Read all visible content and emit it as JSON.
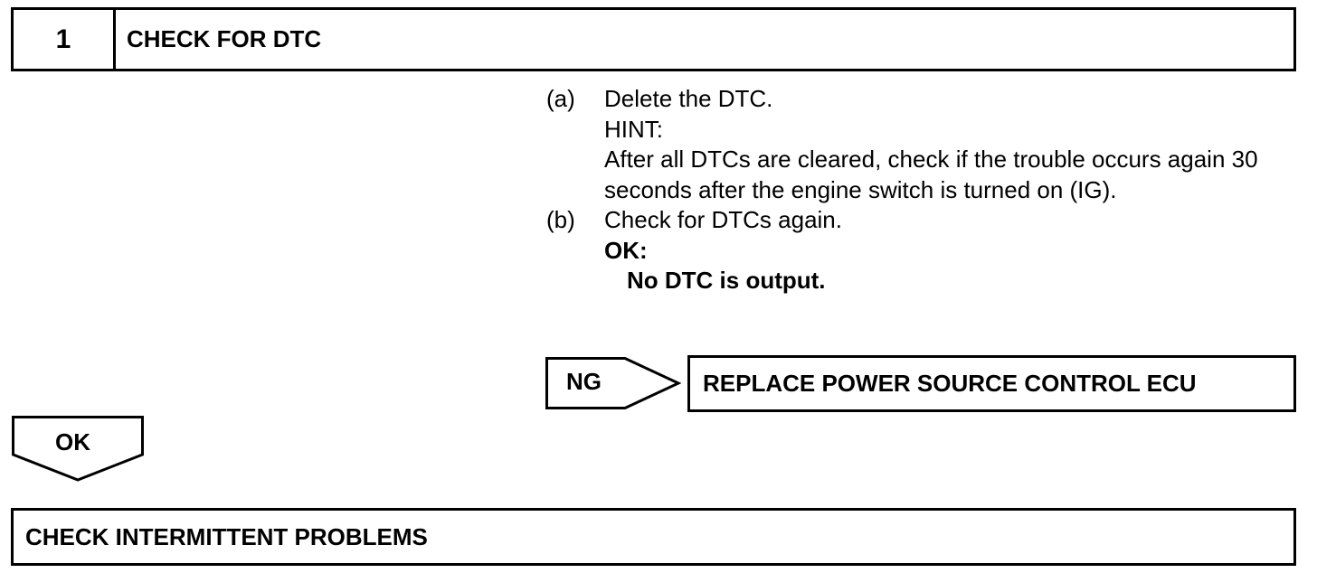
{
  "step": {
    "number": "1",
    "title": "CHECK FOR DTC"
  },
  "instructions": {
    "a": {
      "label": "(a)",
      "text": "Delete the DTC.",
      "hint_label": "HINT:",
      "hint_text": "After all DTCs are cleared, check if the trouble occurs again 30 seconds after the engine switch is turned on (IG)."
    },
    "b": {
      "label": "(b)",
      "text": "Check for DTCs again.",
      "ok_label": "OK:",
      "ok_text": "No DTC is output."
    }
  },
  "ng_branch": {
    "label": "NG",
    "action": "REPLACE POWER SOURCE CONTROL ECU"
  },
  "ok_branch": {
    "label": "OK",
    "action": "CHECK INTERMITTENT PROBLEMS"
  }
}
